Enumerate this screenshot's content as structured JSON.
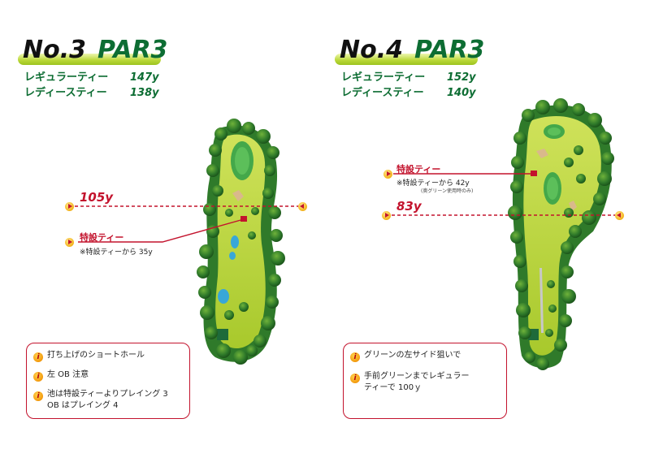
{
  "hole3": {
    "no": "No.3",
    "par": "PAR3",
    "tees": [
      {
        "label": "レギュラーティー",
        "value": "147y"
      },
      {
        "label": "レディースティー",
        "value": "138y"
      }
    ],
    "distance": "105y",
    "special_tee_label": "特設ティー",
    "special_tee_note": "※特設ティーから 35y",
    "notes": [
      "打ち上げのショートホール",
      "左 OB 注意",
      "池は特設ティーよりプレイング 3",
      "OB はプレイング 4"
    ]
  },
  "hole4": {
    "no": "No.4",
    "par": "PAR3",
    "tees": [
      {
        "label": "レギュラーティー",
        "value": "152y"
      },
      {
        "label": "レディースティー",
        "value": "140y"
      }
    ],
    "distance": "83y",
    "special_tee_label": "特設ティー",
    "special_tee_note": "※特設ティーから 42y",
    "special_tee_subnote": "(奥グリーン使用時のみ)",
    "notes": [
      "グリーンの左サイド狙いで",
      "手前グリーンまでレギュラー",
      "ティーで 100ｙ"
    ]
  },
  "icons": {
    "info": "info-icon",
    "marker": "arrow-marker-icon"
  },
  "colors": {
    "accent": "#c3132d",
    "green_text": "#0d6d33",
    "fairway": "#b5d23a",
    "tree": "#2f7a2a"
  }
}
